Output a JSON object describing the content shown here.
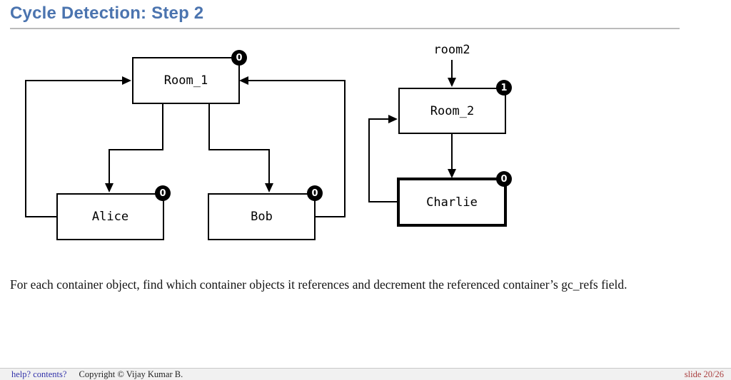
{
  "header": {
    "title": "Cycle Detection: Step 2"
  },
  "diagram": {
    "external_ref_label": "room2",
    "nodes": [
      {
        "id": "room1",
        "label": "Room_1",
        "gc_refs": "0"
      },
      {
        "id": "alice",
        "label": "Alice",
        "gc_refs": "0"
      },
      {
        "id": "bob",
        "label": "Bob",
        "gc_refs": "0"
      },
      {
        "id": "room2",
        "label": "Room_2",
        "gc_refs": "1"
      },
      {
        "id": "charlie",
        "label": "Charlie",
        "gc_refs": "0"
      }
    ]
  },
  "note": "For each container object, find which container objects it references and decrement the referenced container’s gc_refs field.",
  "footer": {
    "help_link": "help?",
    "contents_link": "contents?",
    "copyright": "Copyright © Vijay Kumar B.",
    "slide_indicator": "slide 20/26"
  },
  "colors": {
    "title_blue": "#4b74af",
    "link_blue": "#3333aa",
    "slide_red": "#aa3f3f",
    "node_border": "#000000",
    "badge_bg": "#000000"
  }
}
